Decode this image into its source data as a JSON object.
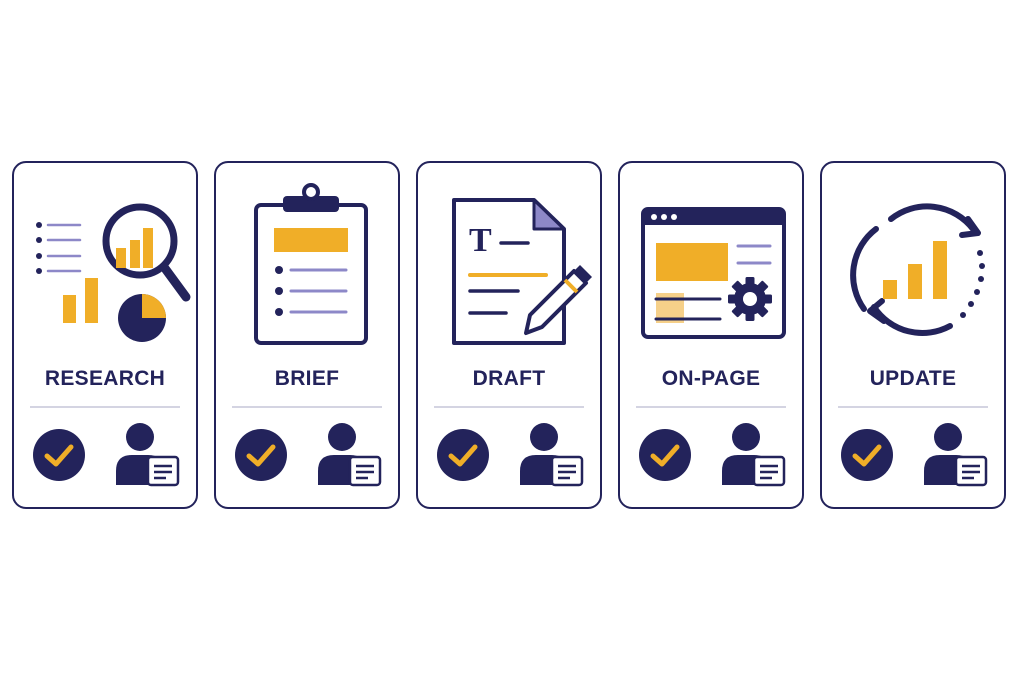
{
  "colors": {
    "navy": "#23235b",
    "accent": "#f0ae28",
    "lavender": "#8d88c8",
    "divider": "#d4d4e2"
  },
  "steps": [
    {
      "title": "RESEARCH",
      "icon": "magnifier-chart-icon"
    },
    {
      "title": "BRIEF",
      "icon": "clipboard-list-icon"
    },
    {
      "title": "DRAFT",
      "icon": "document-pencil-icon"
    },
    {
      "title": "ON-PAGE",
      "icon": "browser-settings-icon"
    },
    {
      "title": "UPDATE",
      "icon": "refresh-chart-icon"
    }
  ],
  "status_icon": "check-circle-icon",
  "owner_icon": "person-document-icon",
  "draft_doc_letter": "T"
}
